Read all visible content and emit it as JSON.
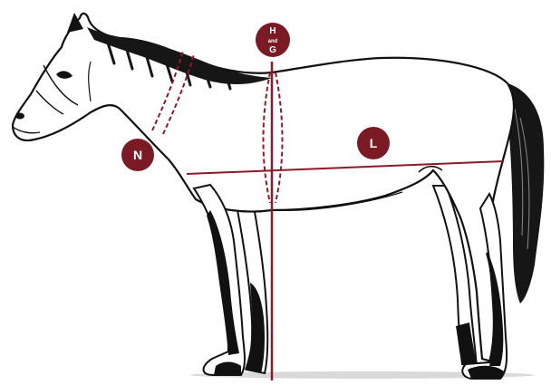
{
  "badges": {
    "neck": {
      "letter": "N"
    },
    "height_girth": {
      "top": "H",
      "middle": "and",
      "bottom": "G"
    },
    "length": {
      "letter": "L"
    }
  },
  "colors": {
    "badge": "#7a1a25",
    "measure_line": "#8b1a2a",
    "outline": "#111111",
    "coat": "#ffffff"
  },
  "icons": {
    "illustration": "horse-side-view",
    "neck_band": "dashed-neck-measure",
    "girth_band": "dashed-girth-measure",
    "height_line": "vertical-height-measure",
    "length_line": "horizontal-length-measure"
  }
}
